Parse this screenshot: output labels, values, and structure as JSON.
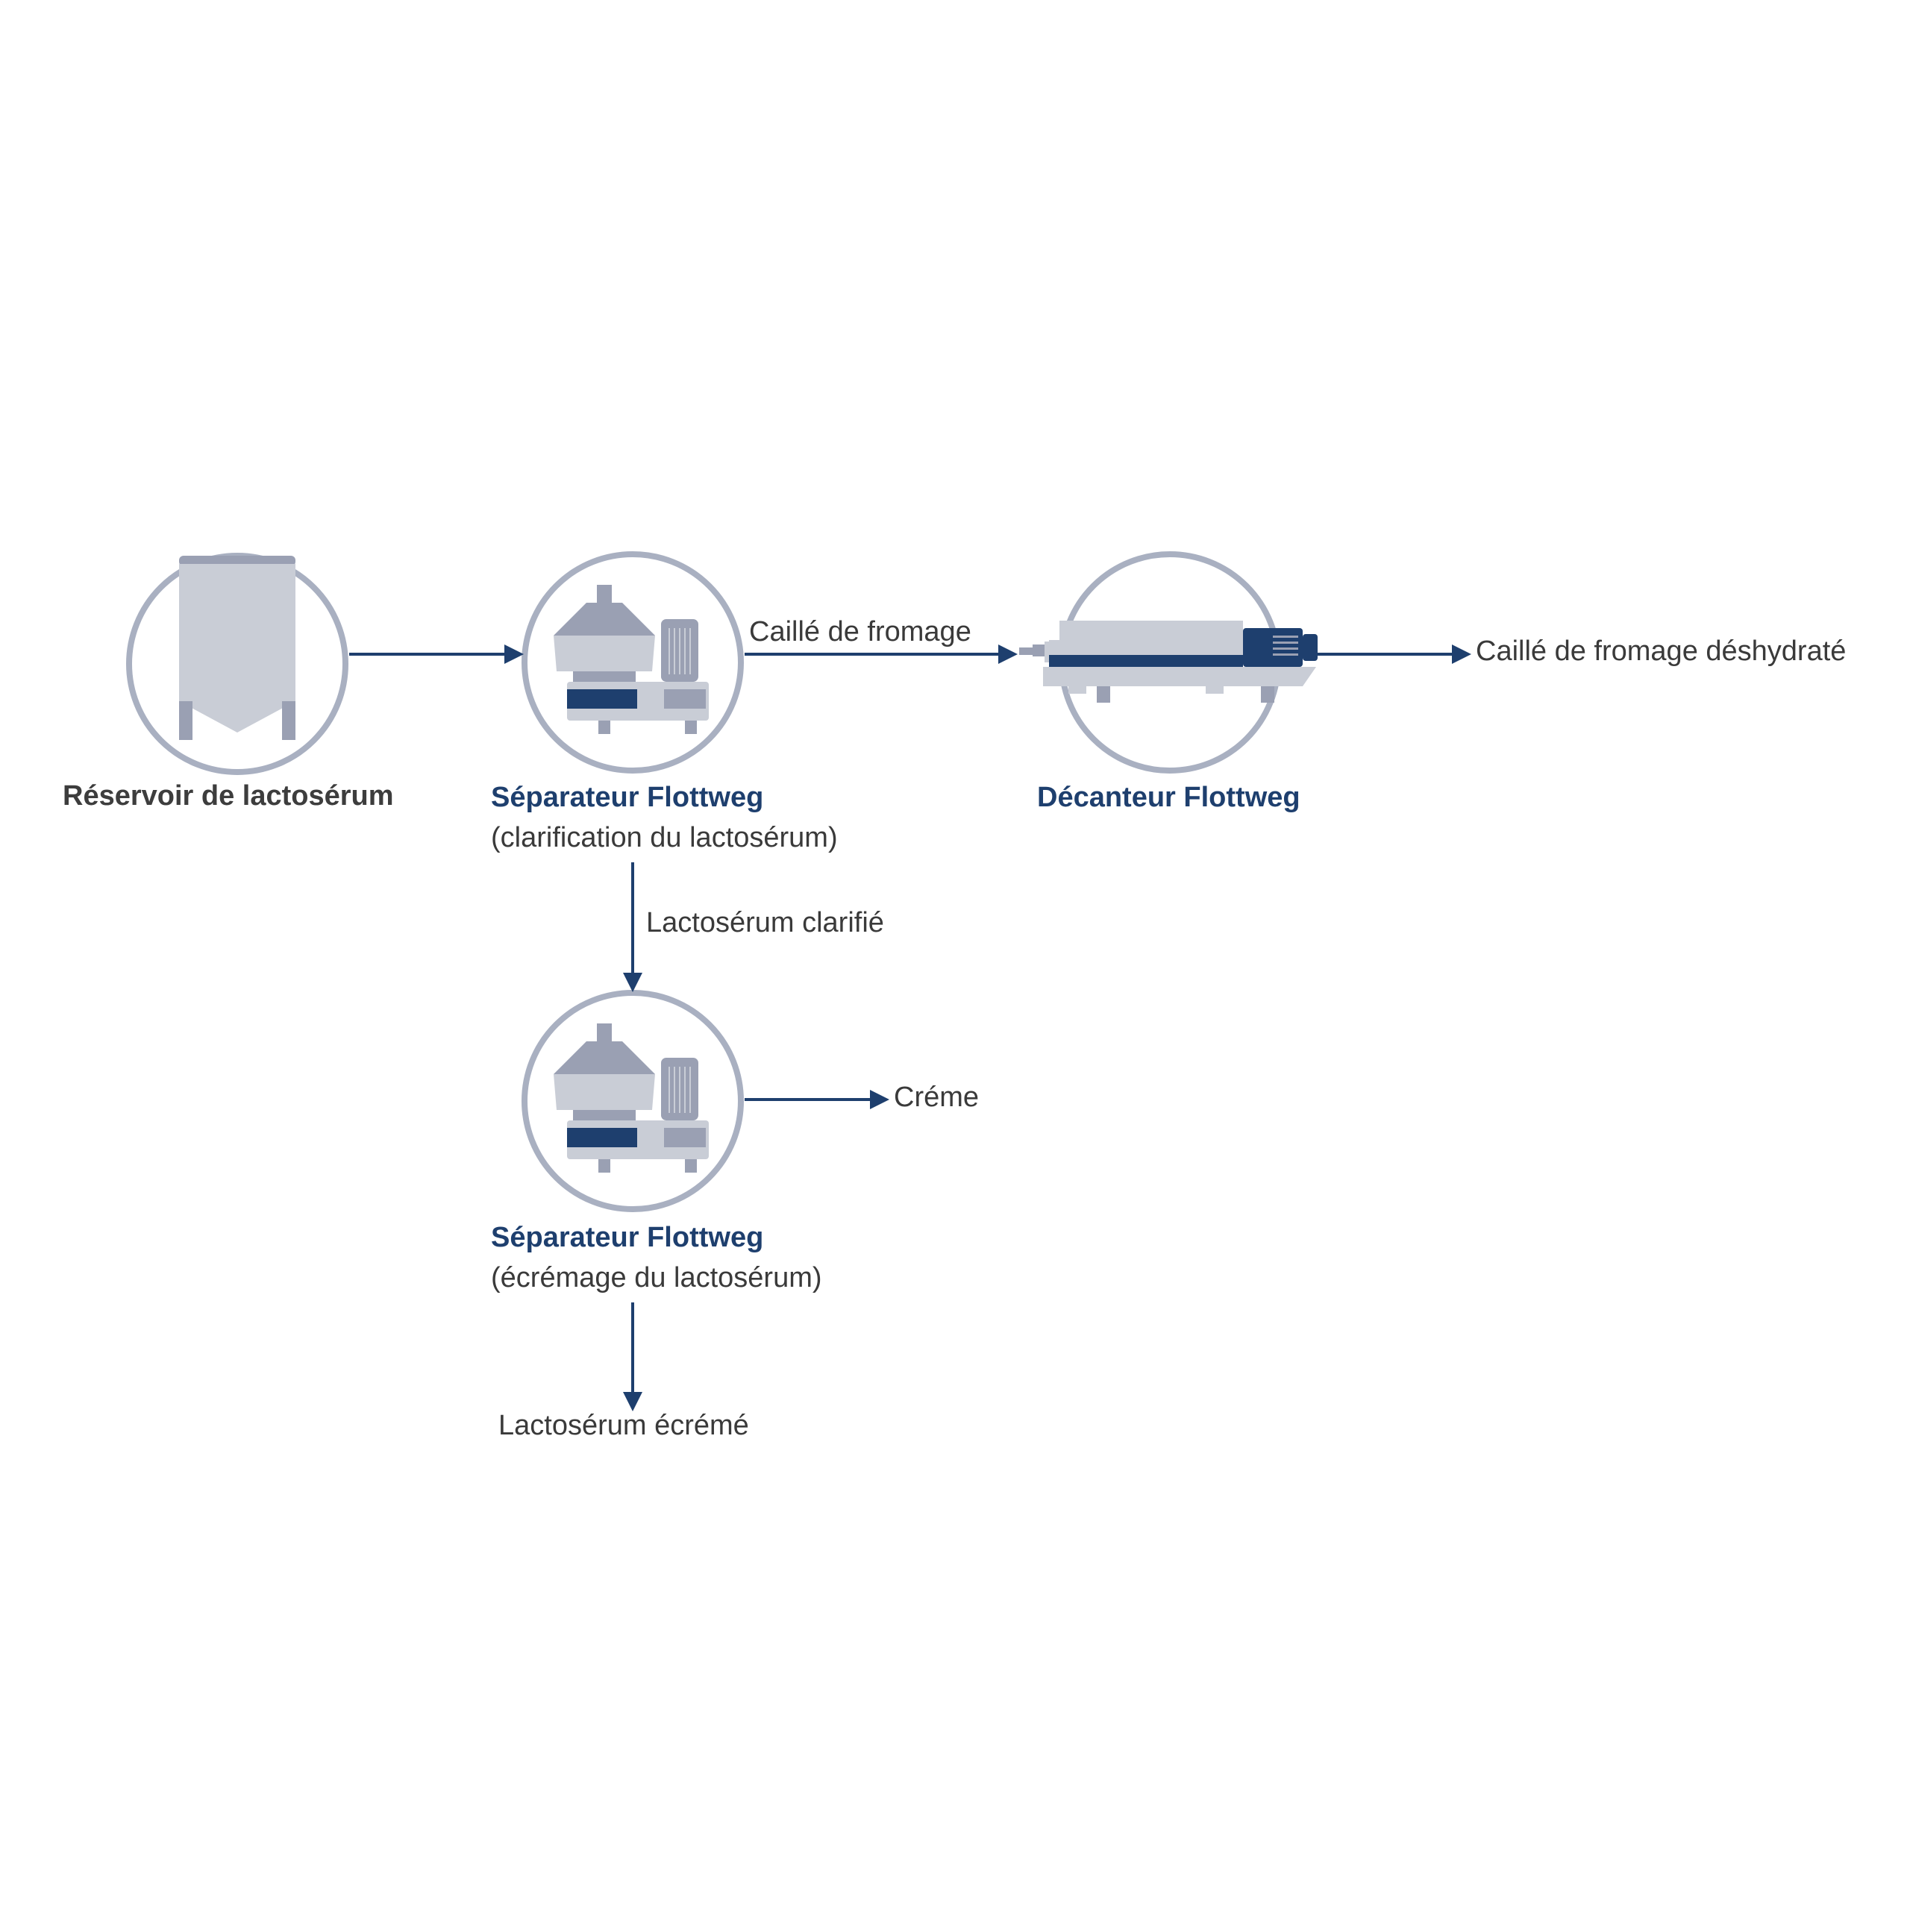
{
  "colors": {
    "circle": "#a9b0c1",
    "arrow": "#1e3f6e",
    "equipment_light": "#c9cdd6",
    "equipment_mid": "#9aa0b3",
    "equipment_dark": "#1e3f6e",
    "text_dark": "#3d3d3d",
    "text_blue": "#1e3f6e"
  },
  "nodes": {
    "tank": {
      "icon": "whey-tank-icon",
      "title": "Réservoir de lactosérum"
    },
    "separator_clarification": {
      "icon": "separator-icon",
      "title": "Séparateur Flottweg",
      "subtitle": "(clarification du lactosérum)"
    },
    "decanter": {
      "icon": "decanter-icon",
      "title": "Décanteur Flottweg"
    },
    "separator_skimming": {
      "icon": "separator-icon",
      "title": "Séparateur Flottweg",
      "subtitle": "(écrémage du lactosérum)"
    }
  },
  "flows": {
    "curd": "Caillé de fromage",
    "dewatered_curd": "Caillé de fromage déshydraté",
    "clarified_whey": "Lactosérum clarifié",
    "cream": "Créme",
    "skimmed_whey": "Lactosérum écrémé"
  }
}
